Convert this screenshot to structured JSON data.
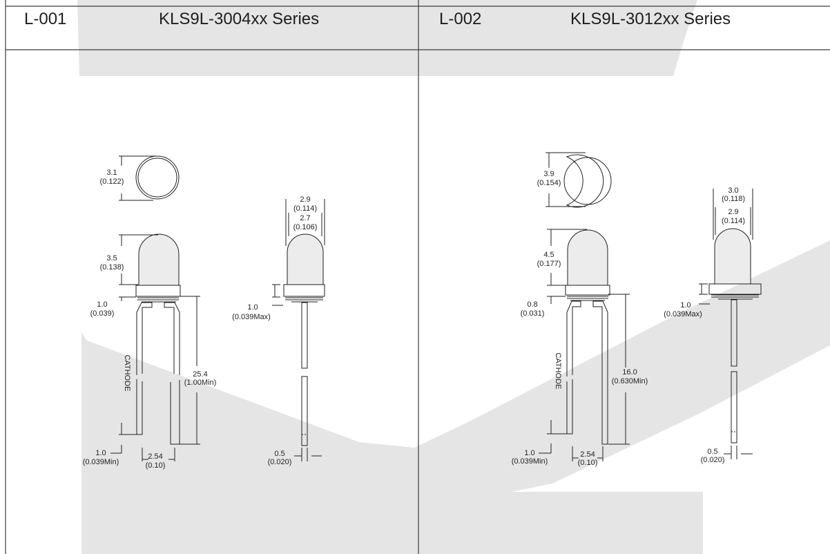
{
  "panels": [
    {
      "code": "L-001",
      "series": "KLS9L-3004xx  Series",
      "top_dim": [
        "3.1",
        "(0.122)"
      ],
      "lens_height": [
        "3.5",
        "(0.138)"
      ],
      "collar_height": [
        "1.0",
        "(0.039)"
      ],
      "lead_length": [
        "25.4",
        "(1.00Min)"
      ],
      "lead_end": [
        "1.0",
        "(0.039Min)"
      ],
      "pitch": [
        "2.54",
        "(0.10)"
      ],
      "side_outer": [
        "2.9",
        "(0.114)"
      ],
      "side_inner": [
        "2.7",
        "(0.106)"
      ],
      "side_flange": [
        "1.0",
        "(0.039Max)"
      ],
      "lead_width": [
        "0.5",
        "(0.020)"
      ],
      "cathode_label": "CATHODE"
    },
    {
      "code": "L-002",
      "series": "KLS9L-3012xx  Series",
      "top_dim": [
        "3.9",
        "(0.154)"
      ],
      "lens_height": [
        "4.5",
        "(0.177)"
      ],
      "collar_height": [
        "0.8",
        "(0.031)"
      ],
      "lead_length": [
        "16.0",
        "(0.630Min)"
      ],
      "lead_end": [
        "1.0",
        "(0.039Min)"
      ],
      "pitch": [
        "2.54",
        "(0.10)"
      ],
      "side_outer": [
        "3.0",
        "(0.118)"
      ],
      "side_inner": [
        "2.9",
        "(0.114)"
      ],
      "side_flange": [
        "1.0",
        "(0.039Max)"
      ],
      "lead_width": [
        "0.5",
        "(0.020)"
      ],
      "cathode_label": "CATHODE"
    }
  ],
  "colors": {
    "watermark": "#e5e5e5",
    "line": "#1e1e1e",
    "lens_fill": "#ececec"
  }
}
